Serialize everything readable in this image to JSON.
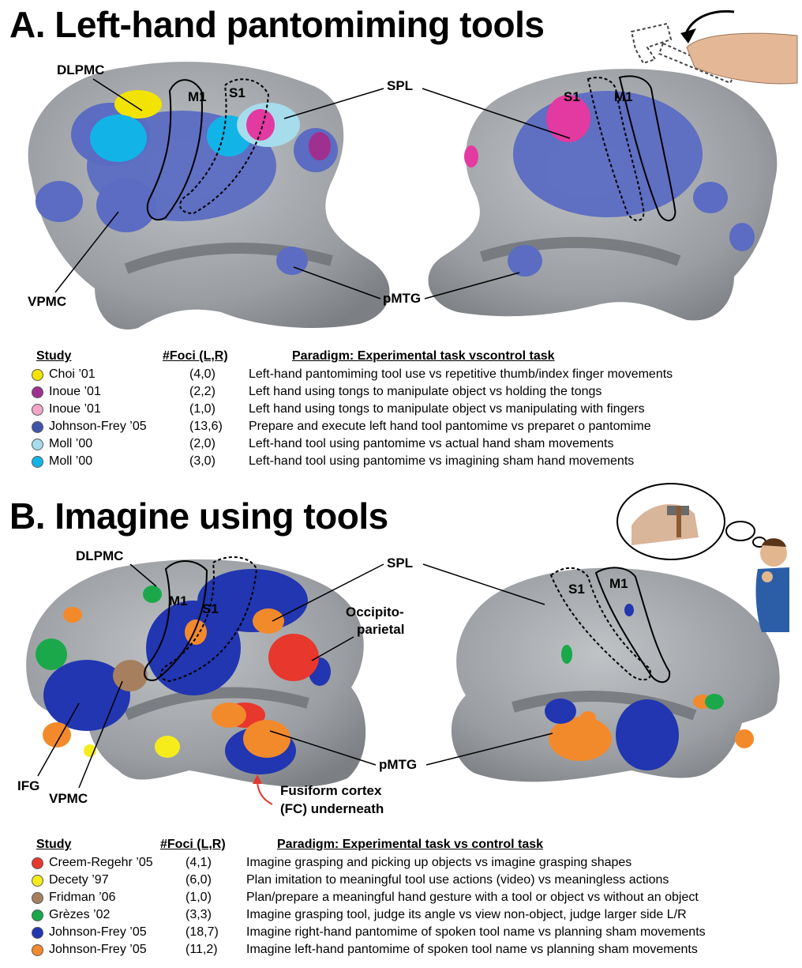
{
  "panel_a": {
    "title": "A. Left-hand pantomiming tools",
    "labels": {
      "dlpmc": "DLPMC",
      "m1": "M1",
      "s1": "S1",
      "spl": "SPL",
      "vpmc": "VPMC",
      "pmtg": "pMTG"
    },
    "legend_headers": {
      "study": "Study",
      "foci": "#Foci (L,R)",
      "paradigm": "Paradigm: Experimental task vscontrol task"
    },
    "legend": [
      {
        "color": "#f2e400",
        "study": "Choi ’01",
        "foci": "(4,0)",
        "paradigm": "Left-hand pantomiming tool use vs repetitive thumb/index finger movements"
      },
      {
        "color": "#a0308f",
        "study": "Inoue ’01",
        "foci": "(2,2)",
        "paradigm": "Left hand using tongs to manipulate object vs holding the tongs"
      },
      {
        "color": "#f2a6c8",
        "study": "Inoue ’01",
        "foci": "(1,0)",
        "paradigm": "Left hand using tongs to manipulate object vs manipulating with fingers"
      },
      {
        "color": "#3e55a8",
        "study": "Johnson-Frey ’05",
        "foci": "(13,6)",
        "paradigm": "Prepare and execute left hand tool pantomime vs preparet o pantomime"
      },
      {
        "color": "#a6dcec",
        "study": "Moll ’00",
        "foci": "(2,0)",
        "paradigm": "Left-hand tool using pantomime vs actual hand sham movements"
      },
      {
        "color": "#12b4e8",
        "study": "Moll ’00",
        "foci": "(3,0)",
        "paradigm": "Left-hand tool using pantomime vs imagining sham hand movements"
      }
    ]
  },
  "panel_b": {
    "title": "B. Imagine using tools",
    "labels": {
      "dlpmc": "DLPMC",
      "m1": "M1",
      "s1": "S1",
      "spl": "SPL",
      "occipito": "Occipito-",
      "parietal": "parietal",
      "ifg": "IFG",
      "vpmc": "VPMC",
      "pmtg": "pMTG",
      "fc_line1": "Fusiform cortex",
      "fc_line2": "(FC) underneath"
    },
    "legend_headers": {
      "study": "Study",
      "foci": "#Foci (L,R)",
      "paradigm": "Paradigm: Experimental task vs control task"
    },
    "legend": [
      {
        "color": "#e8372c",
        "study": "Creem-Regehr ’05",
        "foci": "(4,1)",
        "paradigm": "Imagine grasping and picking up objects vs imagine grasping shapes"
      },
      {
        "color": "#f6ec1c",
        "study": "Decety ’97",
        "foci": "(6,0)",
        "paradigm": "Plan imitation to meaningful tool use actions (video) vs meaningless actions"
      },
      {
        "color": "#a6805e",
        "study": "Fridman ’06",
        "foci": "(1,0)",
        "paradigm": "Plan/prepare a meaningful hand gesture with a tool or object vs without an object"
      },
      {
        "color": "#1aa84a",
        "study": "Grèzes ’02",
        "foci": "(3,3)",
        "paradigm": "Imagine grasping tool, judge its angle vs view non-object, judge larger side L/R"
      },
      {
        "color": "#2136b0",
        "study": "Johnson-Frey ’05",
        "foci": "(18,7)",
        "paradigm": "Imagine right-hand pantomime of spoken tool name vs planning sham movements"
      },
      {
        "color": "#f28a2c",
        "study": "Johnson-Frey ’05",
        "foci": "(11,2)",
        "paradigm": "Imagine left-hand pantomime of spoken tool name vs planning sham movements"
      }
    ]
  }
}
